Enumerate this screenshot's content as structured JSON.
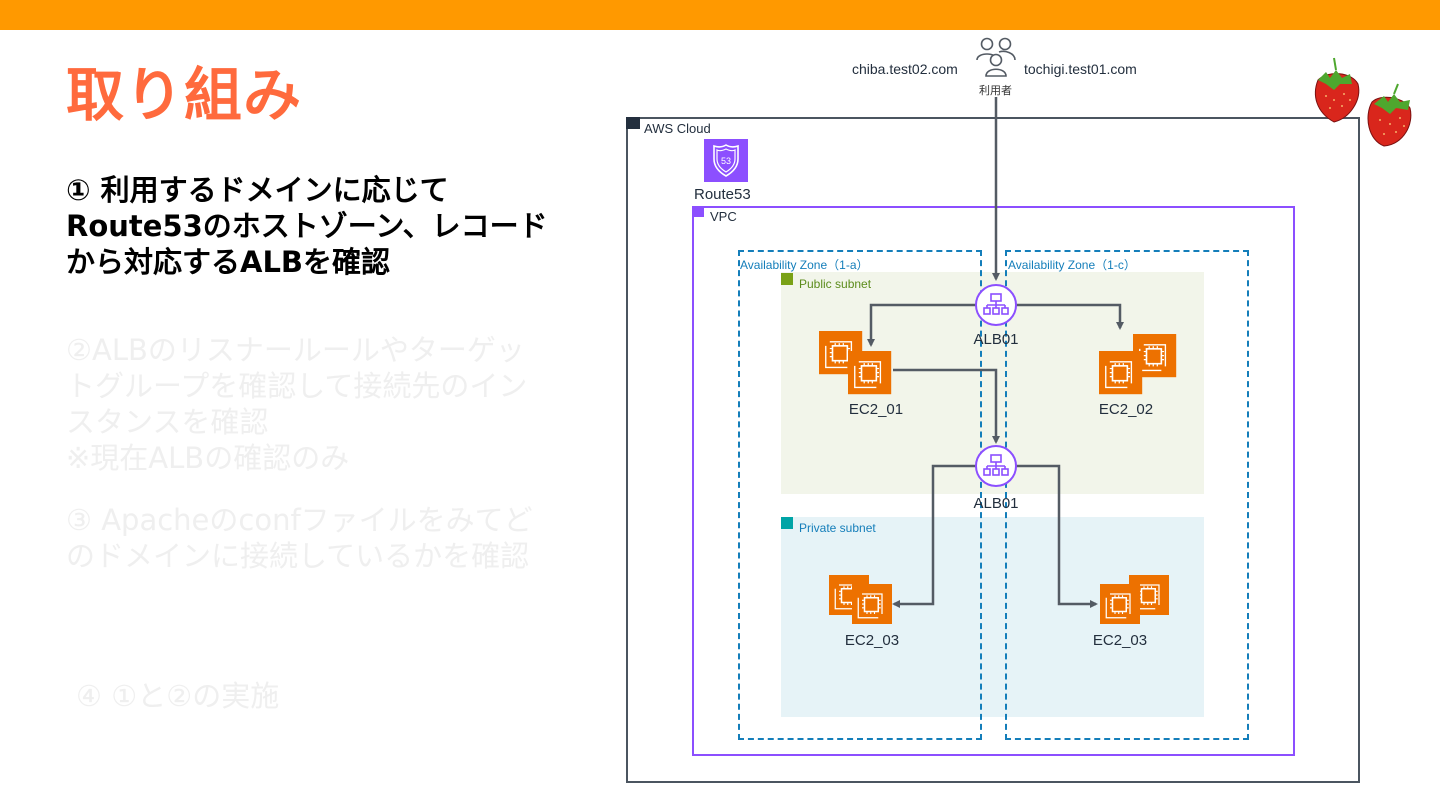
{
  "slide": {
    "title": "取り組み",
    "accent_color": "#ff9900",
    "title_color": "#ff6a3d"
  },
  "steps": [
    {
      "lines": [
        "① 利用するドメインに応じて",
        "Route53のホストゾーン、レコード",
        "から対応するALBを確認"
      ],
      "state": "active"
    },
    {
      "lines": [
        "②ALBのリスナールールやターゲッ",
        "トグループを確認して接続先のイン",
        "スタンスを確認",
        "※現在ALBの確認のみ"
      ],
      "state": "dim"
    },
    {
      "lines": [
        "③ Apacheのconfファイルをみてど",
        "のドメインに接続しているかを確認"
      ],
      "state": "dim"
    },
    {
      "lines": [
        "④ ①と②の実施"
      ],
      "state": "dim"
    }
  ],
  "diagram": {
    "users": {
      "label": "利用者",
      "icon": "users-icon"
    },
    "domains": {
      "left": "chiba.test02.com",
      "right": "tochigi.test01.com"
    },
    "aws_cloud_label": "AWS Cloud",
    "route53": {
      "label": "Route53",
      "badge": "53"
    },
    "vpc_label": "VPC",
    "availability_zones": [
      {
        "label": "Availability Zone（1-a）"
      },
      {
        "label": "Availability Zone（1-c）"
      }
    ],
    "subnets": {
      "public": "Public subnet",
      "private": "Private subnet"
    },
    "nodes": {
      "alb_public": "ALB01",
      "alb_internal": "ALB01",
      "ec2_01": "EC2_01",
      "ec2_02": "EC2_02",
      "ec2_03_left": "EC2_03",
      "ec2_03_right": "EC2_03"
    },
    "colors": {
      "aws_cloud_border": "#4b5560",
      "vpc": "#8c4fff",
      "az": "#147eba",
      "public_subnet_bg": "#f2f5ea",
      "private_subnet_bg": "#e6f3f7",
      "ec2": "#ed7100",
      "connector": "#545b64"
    }
  }
}
